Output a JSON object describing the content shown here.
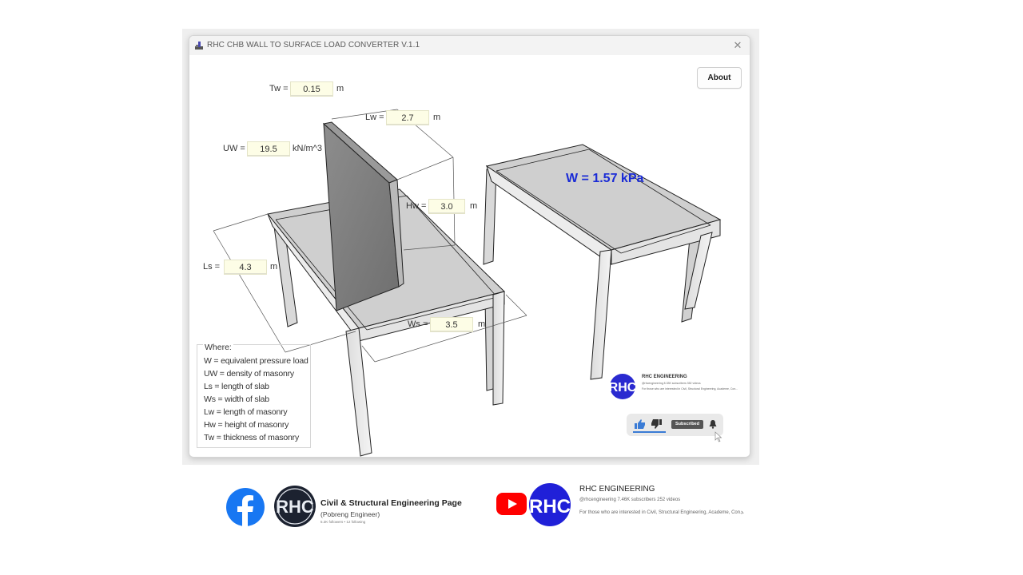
{
  "window": {
    "title": "RHC CHB WALL TO SURFACE LOAD CONVERTER V.1.1",
    "close_glyph": "✕",
    "about_label": "About"
  },
  "inputs": {
    "tw": {
      "label": "Tw =",
      "value": "0.15",
      "unit": "m"
    },
    "lw": {
      "label": "Lw =",
      "value": "2.7",
      "unit": "m"
    },
    "uw": {
      "label": "UW =",
      "value": "19.5",
      "unit": "kN/m^3"
    },
    "hw": {
      "label": "Hw =",
      "value": "3.0",
      "unit": "m"
    },
    "ls": {
      "label": "Ls =",
      "value": "4.3",
      "unit": "m"
    },
    "ws": {
      "label": "Ws =",
      "value": "3.5",
      "unit": "m"
    }
  },
  "result": {
    "text": "W = 1.57 kPa",
    "color": "#1a2bd6"
  },
  "legend": {
    "title": "Where:",
    "items": [
      "W = equivalent pressure load",
      "UW = density of masonry",
      "Ls = length of slab",
      "Ws = width of slab",
      "Lw = length of masonry",
      "Hw = height of masonry",
      "Tw = thickness of masonry"
    ]
  },
  "youtube_card": {
    "name": "RHC ENGINEERING",
    "stats": "@rhcengineering  8.33K subscribers  352 videos",
    "description": "For those who are interested in Civil, Structural Engineering, Academe, Con...",
    "subscribed_label": "Subscribed"
  },
  "footer": {
    "facebook": {
      "page_title": "Civil & Structural Engineering Page",
      "subtitle": "(Pobreng Engineer)",
      "meta": "5.2K followers • 12 following",
      "brand_color": "#1877f2"
    },
    "youtube": {
      "channel_name": "RHC ENGINEERING",
      "stats": "@rhcengineering  7.46K subscribers  252 videos",
      "description": "For those who are interested in Civil, Structural Engineering, Academe, Con...",
      "more_glyph": "›",
      "brand_color": "#ff0000"
    },
    "logo_text": "RHC"
  }
}
